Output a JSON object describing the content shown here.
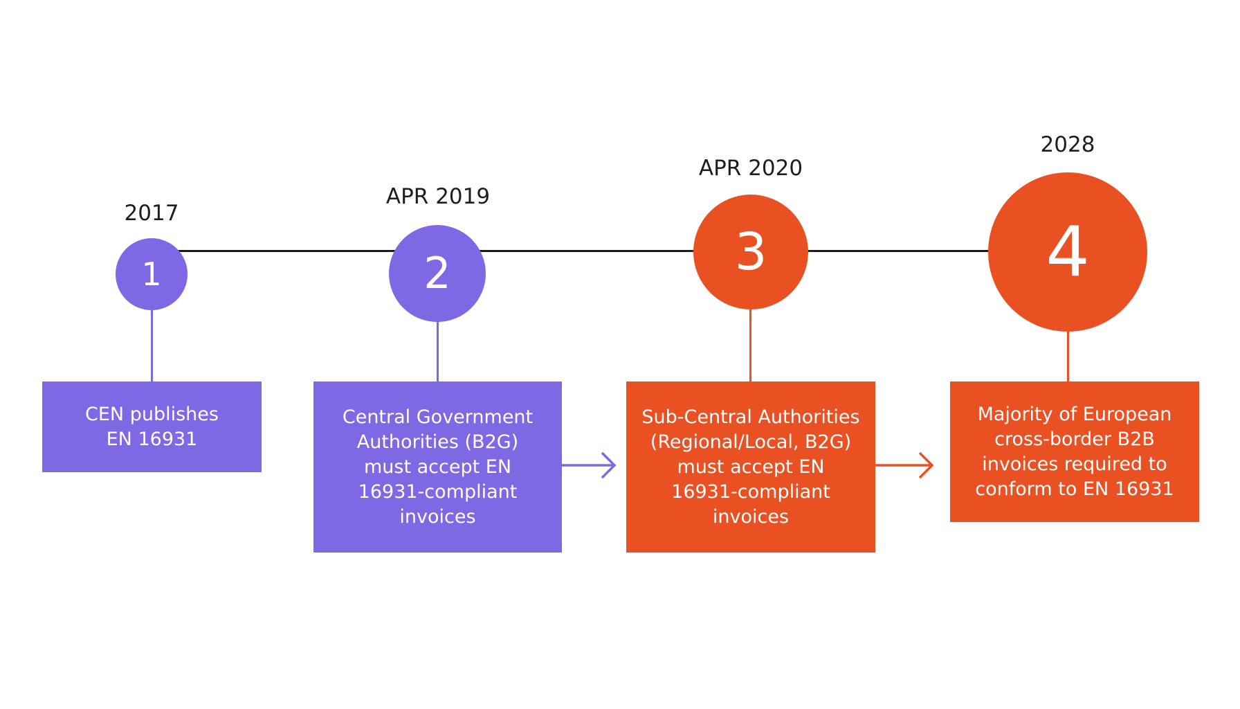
{
  "colors": {
    "purple": "#7e68e4",
    "orange": "#ea5122",
    "line": "#1c1c1c",
    "text": "#1e1e1e"
  },
  "milestones": [
    {
      "number": "1",
      "year": "2017",
      "description": "CEN publishes\nEN 16931",
      "color": "purple"
    },
    {
      "number": "2",
      "year": "APR 2019",
      "description": "Central Government\nAuthorities (B2G)\nmust accept EN\n16931-compliant\ninvoices",
      "color": "purple"
    },
    {
      "number": "3",
      "year": "APR 2020",
      "description": "Sub-Central Authorities\n(Regional/Local, B2G)\nmust accept EN\n16931-compliant\ninvoices",
      "color": "orange"
    },
    {
      "number": "4",
      "year": "2028",
      "description": "Majority of European\ncross-border B2B\ninvoices required to\nconform to EN 16931",
      "color": "orange"
    }
  ]
}
